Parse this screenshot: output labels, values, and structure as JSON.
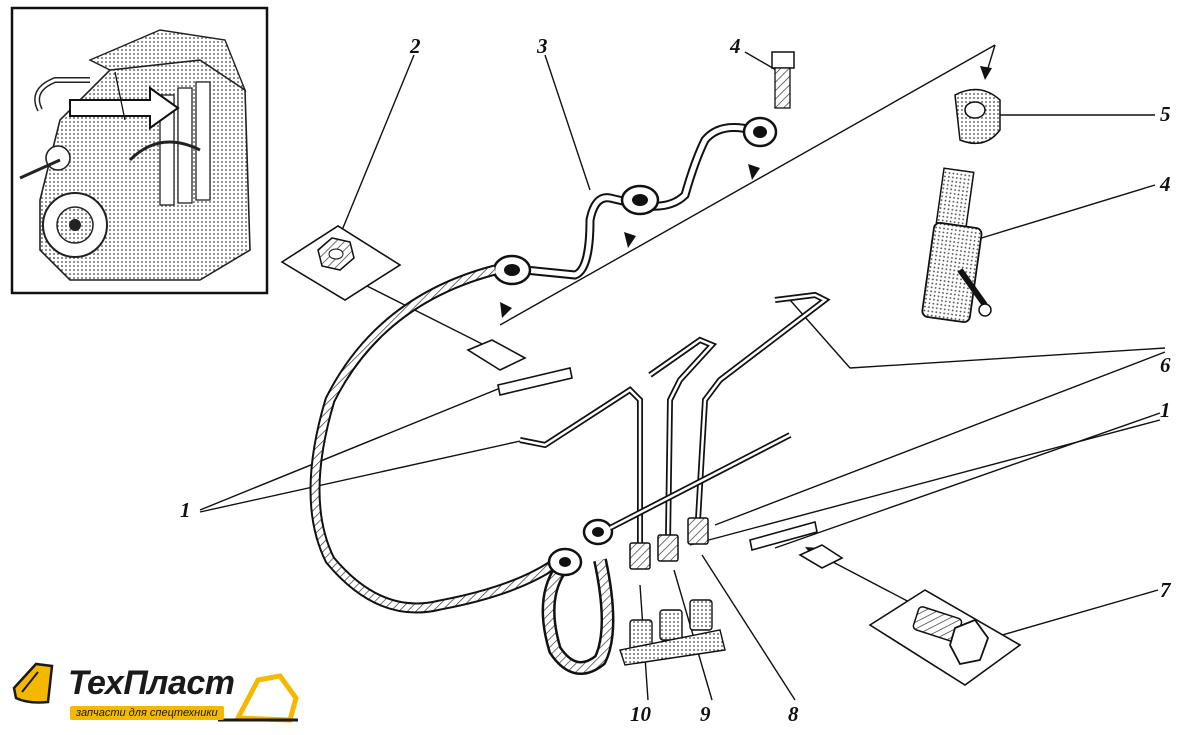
{
  "callouts": {
    "c1_left": "1",
    "c1_right": "1",
    "c2": "2",
    "c3": "3",
    "c4_top": "4",
    "c4_right": "4",
    "c5": "5",
    "c6": "6",
    "c7": "7",
    "c8": "8",
    "c9": "9",
    "c10": "10"
  },
  "logo": {
    "name": "ТехПласт",
    "tagline": "запчасти для спецтехники",
    "accent_color": "#f5b800"
  },
  "colors": {
    "ink": "#1a1a1a",
    "background": "#ffffff"
  },
  "icons": {
    "logo_mark": "excavator-bucket-icon",
    "logo_tail": "loader-arm-icon"
  }
}
